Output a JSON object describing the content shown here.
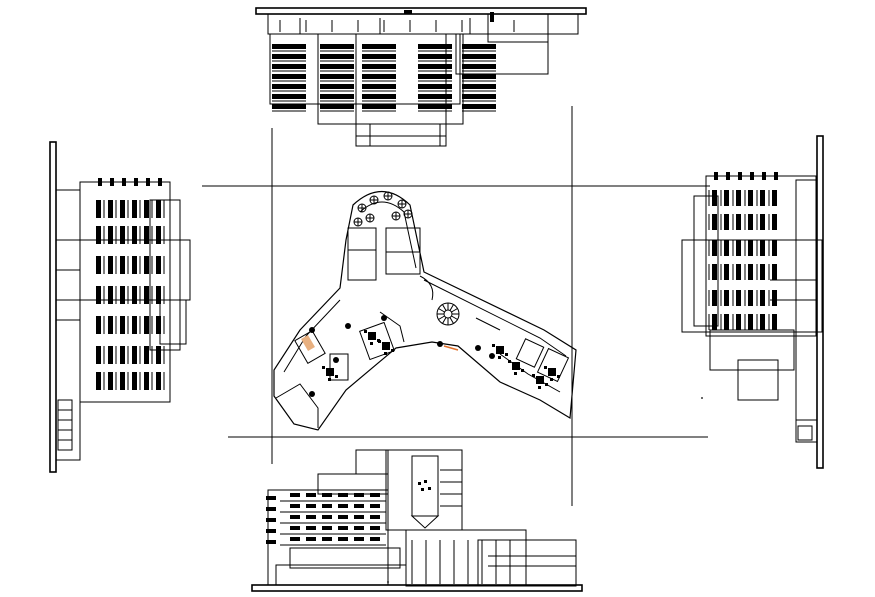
{
  "drawing": {
    "type": "architectural-elevations-and-floor-plan",
    "background": "#ffffff",
    "line_color": "#000000",
    "accent_colors": [
      "#e0702a",
      "#e8b080"
    ],
    "views": [
      {
        "id": "top-elevation"
      },
      {
        "id": "left-elevation"
      },
      {
        "id": "right-elevation"
      },
      {
        "id": "bottom-elevation"
      },
      {
        "id": "floor-plan"
      }
    ],
    "plan_features": [
      "tree-symbol-icon",
      "spiral-stair-icon",
      "column-marks",
      "furniture-groups"
    ]
  }
}
